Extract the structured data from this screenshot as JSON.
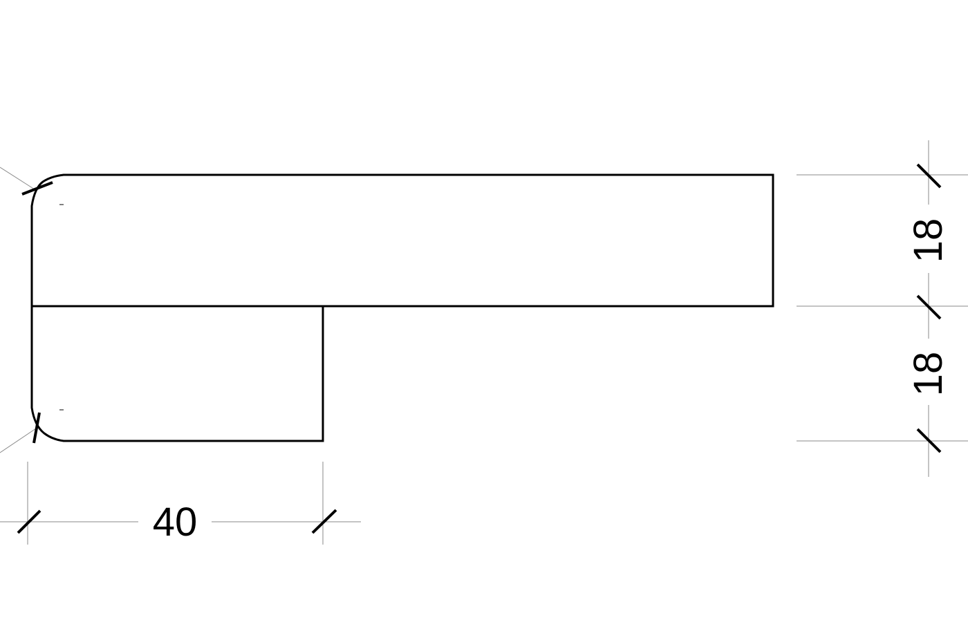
{
  "drawing": {
    "dimensions": {
      "width_bottom": "40",
      "height_upper": "18",
      "height_lower": "18"
    },
    "colors": {
      "line": "#000000",
      "leader": "#8a8a8a",
      "background": "#ffffff"
    }
  }
}
